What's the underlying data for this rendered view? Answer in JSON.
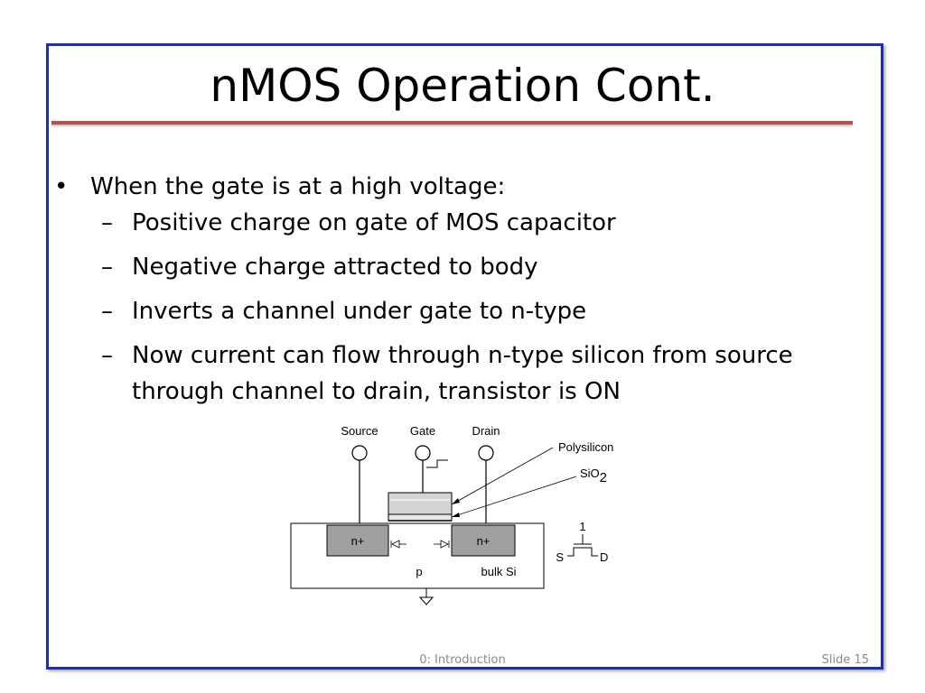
{
  "slide": {
    "title": "nMOS Operation Cont.",
    "bullet": "When the gate is at a high voltage:",
    "sub_bullets": [
      "Positive charge on gate of MOS capacitor",
      "Negative charge attracted to body",
      "Inverts a channel under gate to n-type",
      "Now current can flow through n-type silicon from source through channel to drain, transistor is ON"
    ],
    "bullet_mark": "•",
    "dash_mark": "–"
  },
  "diagram": {
    "source_label": "Source",
    "gate_label": "Gate",
    "drain_label": "Drain",
    "polysilicon_label": "Polysilicon",
    "sio2_label": "SiO",
    "sio2_subscript": "2",
    "n_plus_left": "n+",
    "n_plus_right": "n+",
    "p_label": "p",
    "bulk_label": "bulk Si",
    "symbol_gate_value": "1",
    "symbol_s": "S",
    "symbol_d": "D"
  },
  "footer": {
    "center": "0: Introduction",
    "slide_number": "Slide 15"
  },
  "colors": {
    "frame_border": "#1f2fb5",
    "title_rule": "#b5524c",
    "n_region": "#a0a0a0",
    "footer_text": "#8a8a8a"
  }
}
